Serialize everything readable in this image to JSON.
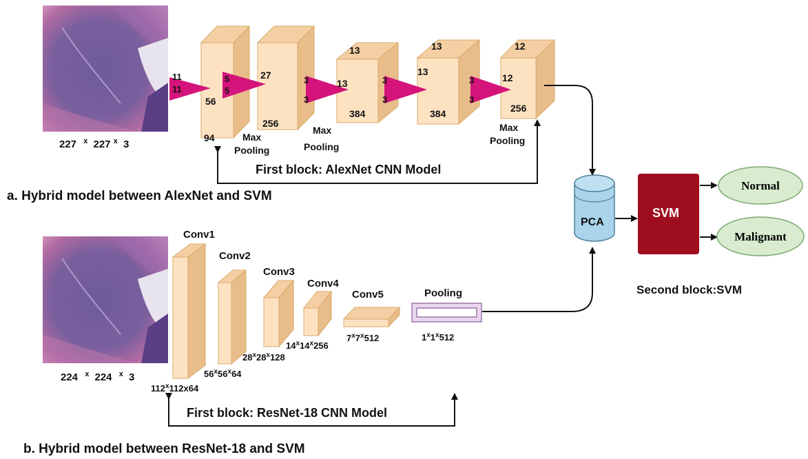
{
  "alexnet": {
    "input_size": {
      "a": "227",
      "b": "227",
      "c": "3"
    },
    "block_caption": "First block:  AlexNet CNN Model",
    "section_title": "a. Hybrid model between AlexNet and SVM",
    "pool_word_top": "Max",
    "pool_word_bottom": "Pooling",
    "l1": {
      "kernel_a": "11",
      "kernel_b": "11",
      "height": "56",
      "depth": "94"
    },
    "l2": {
      "kernel_a": "5",
      "kernel_b": "5",
      "height": "27",
      "depth": "256"
    },
    "l3": {
      "kernel_a": "3",
      "kernel_b": "3",
      "height": "13",
      "depth": "384",
      "top": "13"
    },
    "l4": {
      "kernel_a": "3",
      "kernel_b": "3",
      "height": "13",
      "depth": "384",
      "top": "13"
    },
    "l5": {
      "kernel_a": "3",
      "kernel_b": "3",
      "height": "12",
      "depth": "256",
      "top": "12"
    }
  },
  "resnet": {
    "input_size": {
      "a": "224",
      "b": "224",
      "c": "3"
    },
    "block_caption": "First block: ResNet-18 CNN Model",
    "section_title": "b. Hybrid model between ResNet-18 and SVM",
    "layers": [
      {
        "name": "Conv1",
        "a": "112",
        "b": "112",
        "c": "64"
      },
      {
        "name": "Conv2",
        "a": "56",
        "b": "56",
        "c": "64"
      },
      {
        "name": "Conv3",
        "a": "28",
        "b": "28",
        "c": "128"
      },
      {
        "name": "Conv4",
        "a": "14",
        "b": "14",
        "c": "256"
      },
      {
        "name": "Conv5",
        "a": "7",
        "b": "7",
        "c": "512"
      }
    ],
    "pooling": {
      "name": "Pooling",
      "a": "1",
      "b": "1",
      "c": "512"
    }
  },
  "x_sign": "x",
  "pca_label": "PCA",
  "svm_label": "SVM",
  "svm_caption": "Second block:SVM",
  "outputs": {
    "normal": "Normal",
    "malignant": "Malignant"
  },
  "colors": {
    "cube_front": "#fde2c2",
    "cube_side": "#e8bd8a",
    "cube_top": "#f4cfa3",
    "cube_edge": "#d9a868",
    "kernel": "#d4147a",
    "pca": "#a9d4ea",
    "pca_edge": "#4d7f9a",
    "svm": "#9e0e1f",
    "output_fill": "#d9ecd0",
    "output_edge": "#7ba870",
    "pool_fill": "#e9d6ee",
    "pool_edge": "#9d77a8",
    "tissue": "#7a5c98"
  },
  "icons": [
    "histology-image",
    "kernel-triangle",
    "cylinder",
    "arrow"
  ]
}
